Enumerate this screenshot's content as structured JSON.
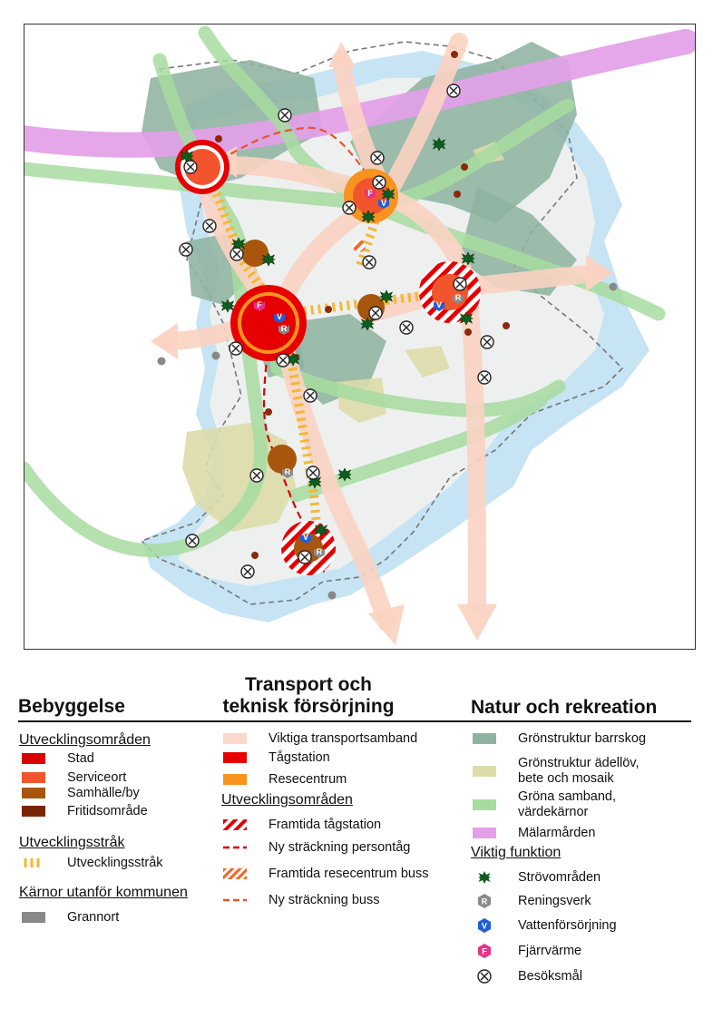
{
  "legend": {
    "bebyggelse": {
      "title": "Bebyggelse",
      "utv_title": "Utvecklingsområden",
      "items": [
        {
          "label": "Stad",
          "color": "#d90000"
        },
        {
          "label": "Serviceort",
          "color": "#f2542d"
        },
        {
          "label": "Samhälle/by",
          "color": "#a8550d"
        },
        {
          "label": "Fritidsområde",
          "color": "#7a2508"
        }
      ],
      "strak_title": "Utvecklingsstråk",
      "strak_label": "Utvecklingsstråk",
      "karnor_title": "Kärnor utanför kommunen",
      "karnor_label": "Grannort"
    },
    "transport": {
      "title_line1": "Transport och",
      "title_line2": "teknisk försörjning",
      "items": [
        {
          "label": "Viktiga transportsamband",
          "color": "#fbd8cc"
        },
        {
          "label": "Tågstation",
          "color": "#e60000"
        },
        {
          "label": "Resecentrum",
          "color": "#f7931e"
        }
      ],
      "utv_title": "Utvecklingsområden",
      "utv_items": [
        {
          "label": "Framtida tågstation"
        },
        {
          "label": "Ny sträckning persontåg"
        },
        {
          "label": "Framtida resecentrum buss"
        },
        {
          "label": "Ny sträckning buss"
        }
      ]
    },
    "natur": {
      "title": "Natur och rekreation",
      "items": [
        {
          "label": "Grönstruktur barrskog",
          "color": "#8fb3a0"
        },
        {
          "label_line1": "Grönstruktur ädellöv,",
          "label_line2": "bete och mosaik",
          "color": "#dcdcaa"
        },
        {
          "label_line1": "Gröna samband,",
          "label_line2": "värdekärnor",
          "color": "#a7dca0"
        },
        {
          "label": "Mälarmården",
          "color": "#e3a0e8"
        }
      ],
      "funk_title": "Viktig funktion",
      "funk_items": [
        {
          "label": "Strövområden",
          "icon": "star-icon"
        },
        {
          "label": "Reningsverk",
          "icon": "r-hexagon-icon",
          "letter": "R"
        },
        {
          "label": "Vattenförsörjning",
          "icon": "v-hexagon-icon",
          "letter": "V"
        },
        {
          "label": "Fjärrvärme",
          "icon": "f-hexagon-icon",
          "letter": "F"
        },
        {
          "label": "Besöksmål",
          "icon": "circle-x-icon"
        }
      ]
    }
  },
  "map_labels": {
    "f": "F",
    "v": "V",
    "r": "R"
  }
}
